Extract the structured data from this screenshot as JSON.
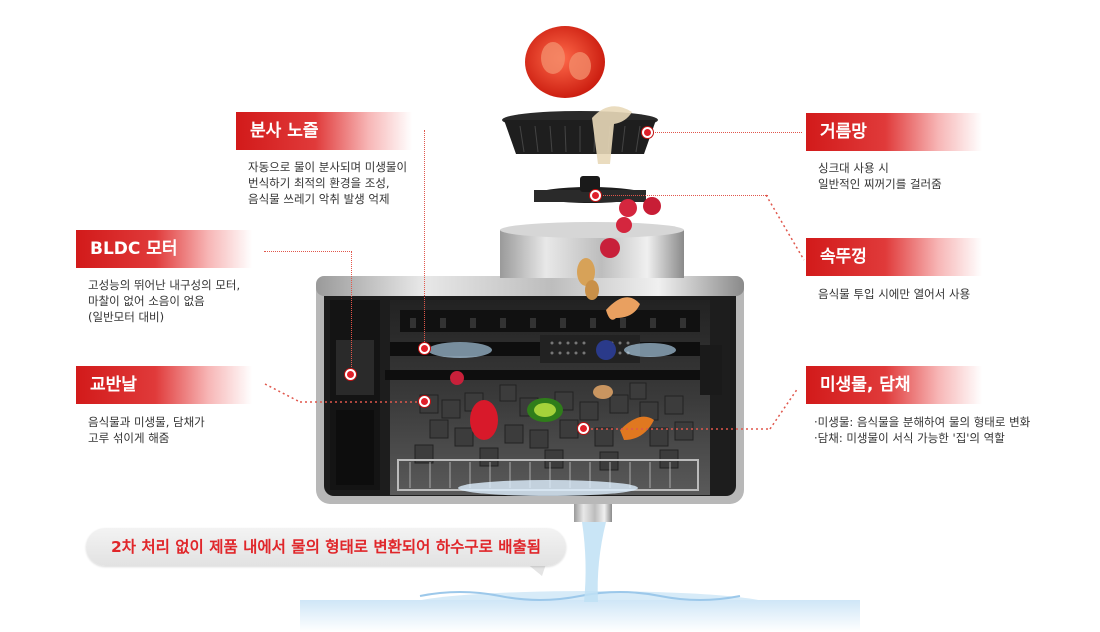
{
  "labels": {
    "spray": {
      "title": "분사 노즐",
      "lines": [
        "자동으로 물이 분사되며 미생물이",
        "번식하기 최적의 환경을 조성,",
        "음식물 쓰레기 악취 발생 억제"
      ]
    },
    "motor": {
      "title": "BLDC 모터",
      "lines": [
        "고성능의 뛰어난 내구성의 모터,",
        "마찰이 없어 소음이 없음",
        "(일반모터 대비)"
      ]
    },
    "blade": {
      "title": "교반날",
      "lines": [
        "음식물과 미생물, 담채가",
        "고루 섞이게 해줌"
      ]
    },
    "strainer": {
      "title": "거름망",
      "lines": [
        "싱크대 사용 시",
        "일반적인 찌꺼기를 걸러줌"
      ]
    },
    "lid": {
      "title": "속뚜껑",
      "lines": [
        "음식물 투입 시에만 열어서 사용"
      ]
    },
    "microbe": {
      "title": "미생물, 담채",
      "lines": [
        "·미생물: 음식물을 분해하여 물의 형태로 변화",
        "·담채: 미생물이 서식 가능한 '집'의 역할"
      ]
    }
  },
  "bubble": "2차 처리 없이 제품 내에서 물의 형태로 변환되어 하수구로 배출됨",
  "colors": {
    "accent": "#d21a1a",
    "line": "#e0574c",
    "bubble_text": "#e0262a"
  }
}
